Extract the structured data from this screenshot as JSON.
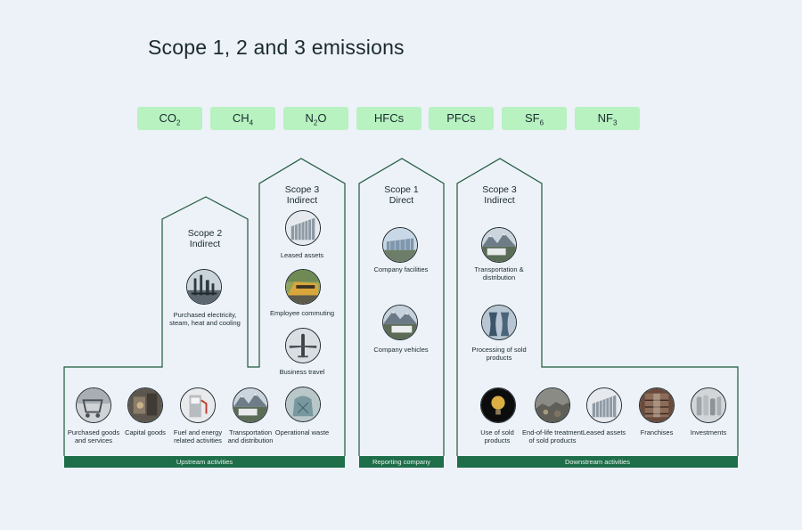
{
  "title": "Scope 1, 2 and 3 emissions",
  "colors": {
    "background": "#edf1f8",
    "gas_chip": "#b7f2c0",
    "outline": "#1e5a3c",
    "bar": "#1e6e4a"
  },
  "gases": [
    {
      "base": "CO",
      "sub": "2"
    },
    {
      "base": "CH",
      "sub": "4"
    },
    {
      "base": "N",
      "sub": "2",
      "tail": "O"
    },
    {
      "base": "HFCs",
      "sub": ""
    },
    {
      "base": "PFCs",
      "sub": ""
    },
    {
      "base": "SF",
      "sub": "6"
    },
    {
      "base": "NF",
      "sub": "3"
    }
  ],
  "scope2": {
    "heading_line1": "Scope 2",
    "heading_line2": "Indirect",
    "items": [
      {
        "label": "Purchased electricity, steam, heat and cooling",
        "icon": "power-plant-icon"
      }
    ]
  },
  "scope3_upstream": {
    "heading_line1": "Scope 3",
    "heading_line2": "Indirect",
    "column_items": [
      {
        "label": "Leased assets",
        "icon": "office-building-icon"
      },
      {
        "label": "Employee commuting",
        "icon": "train-icon"
      },
      {
        "label": "Business travel",
        "icon": "airplane-icon"
      },
      {
        "label": "Operational waste",
        "icon": "waste-bag-icon"
      }
    ],
    "base_items": [
      {
        "label": "Purchased goods and services",
        "icon": "shopping-cart-icon"
      },
      {
        "label": "Capital goods",
        "icon": "machinery-icon"
      },
      {
        "label": "Fuel and energy related activities",
        "icon": "fuel-pump-icon"
      },
      {
        "label": "Transportation and distribution",
        "icon": "truck-mountain-icon"
      }
    ],
    "bar_label": "Upstream activities"
  },
  "scope1": {
    "heading_line1": "Scope 1",
    "heading_line2": "Direct",
    "items": [
      {
        "label": "Company facilities",
        "icon": "facility-icon"
      },
      {
        "label": "Company vehicles",
        "icon": "vehicle-icon"
      }
    ],
    "bar_label": "Reporting company"
  },
  "scope3_downstream": {
    "heading_line1": "Scope 3",
    "heading_line2": "Indirect",
    "column_items": [
      {
        "label": "Transportation & distribution",
        "icon": "truck-mountain-icon"
      },
      {
        "label": "Processing of sold products",
        "icon": "cooling-tower-icon"
      }
    ],
    "base_items": [
      {
        "label": "Use of sold products",
        "icon": "light-bulb-icon"
      },
      {
        "label": "End-of-life treatment of sold products",
        "icon": "scrap-pile-icon"
      },
      {
        "label": "Leased assets",
        "icon": "office-building-icon"
      },
      {
        "label": "Franchises",
        "icon": "shop-interior-icon"
      },
      {
        "label": "Investments",
        "icon": "coins-icon"
      }
    ],
    "bar_label": "Downstream activities"
  }
}
